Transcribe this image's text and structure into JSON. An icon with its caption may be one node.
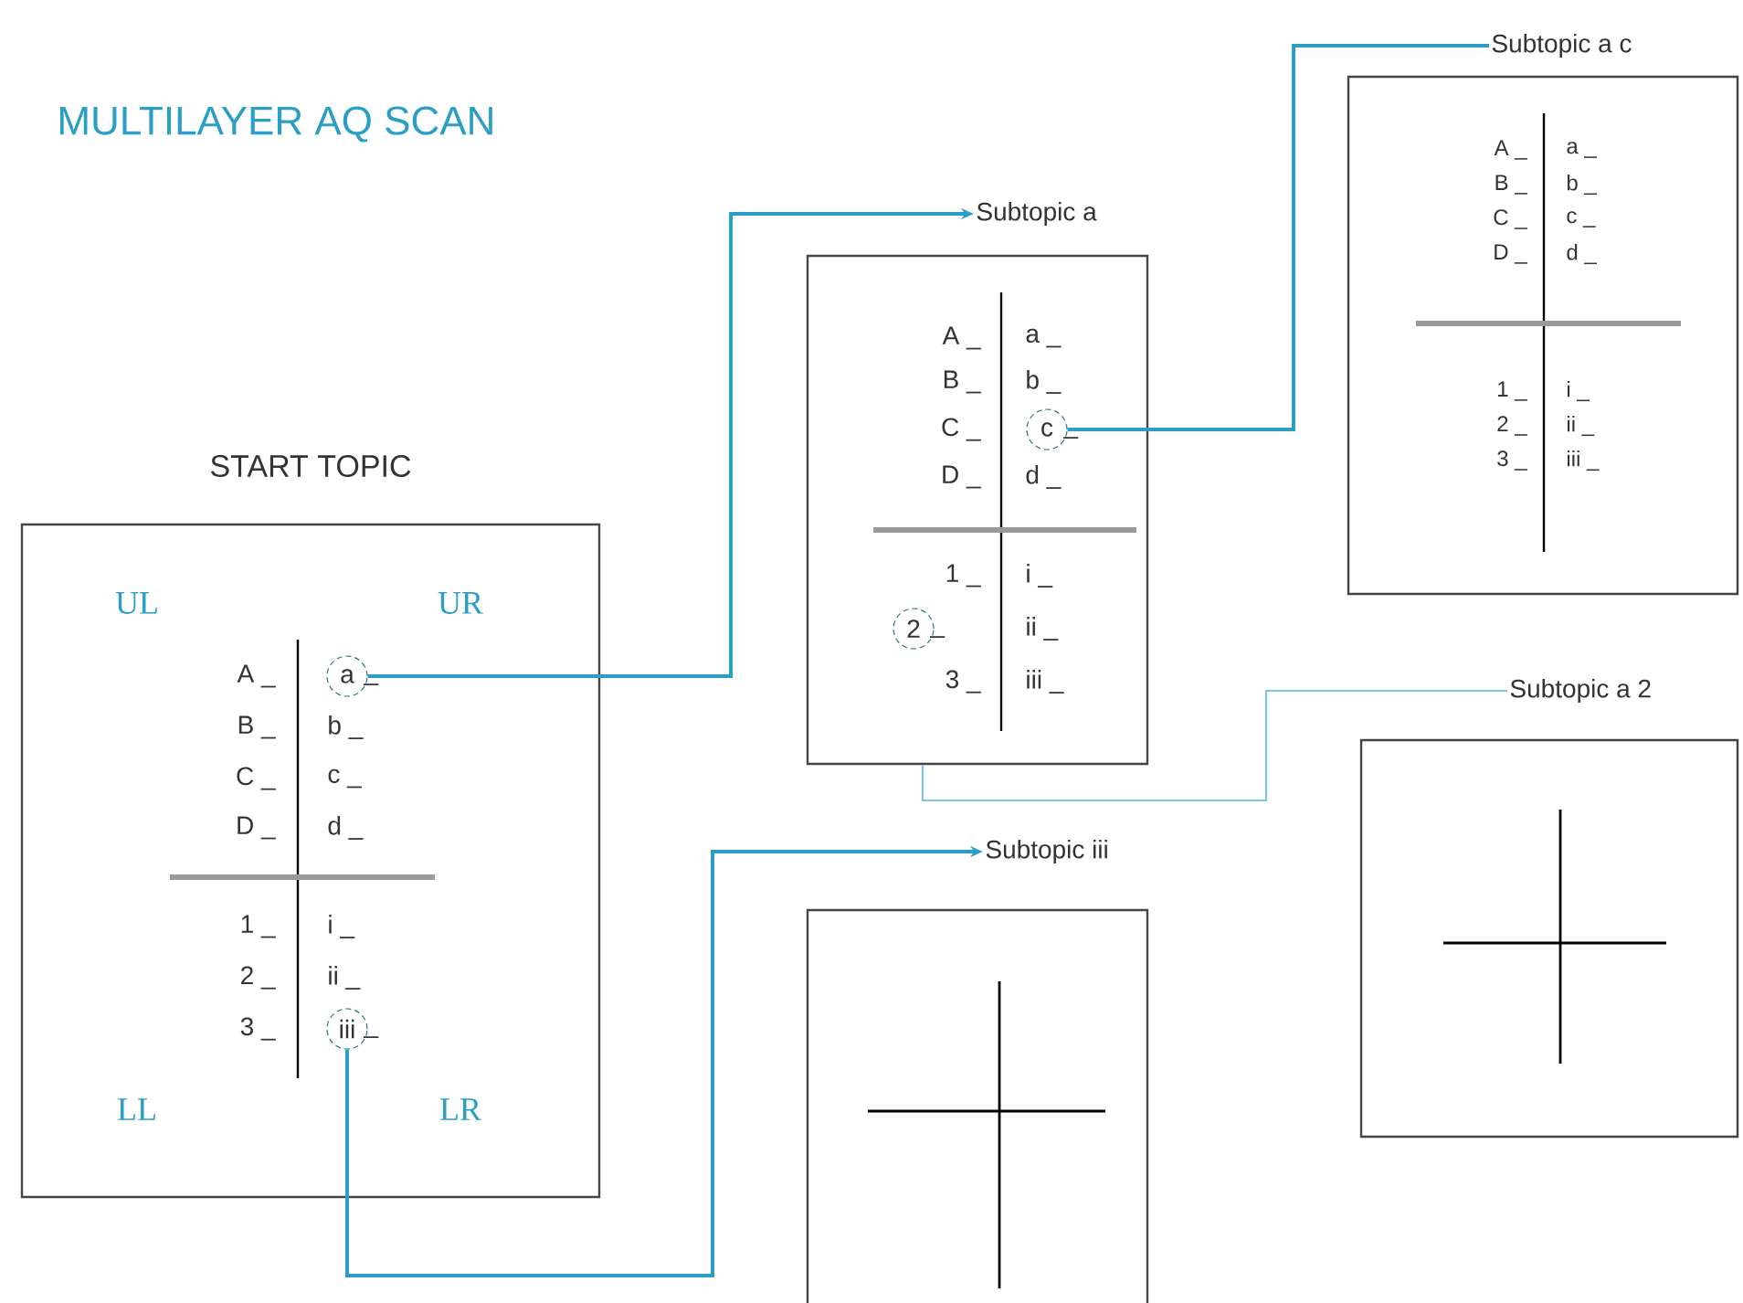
{
  "diagram": {
    "title": "MULTILAYER AQ SCAN",
    "nodes": [
      {
        "text": [
          "START TOPIC",
          "UL",
          "UR",
          "LL",
          "LR",
          "A _",
          "B _",
          "C _",
          "D _",
          "b _",
          "c _",
          "d _",
          "1 _",
          "2 _",
          "3 _",
          "i _",
          "ii _"
        ]
      },
      {
        "text": [
          "a"
        ],
        "beside": [
          "_"
        ],
        "in": 0
      },
      {
        "text": [
          "iii"
        ],
        "beside": [
          "_"
        ],
        "in": 0
      },
      {
        "text": [
          "Subtopic a",
          "A _",
          "B _",
          "C _",
          "D _",
          "a _",
          "b _",
          "d _",
          "1 _",
          "3 _",
          "i _",
          "ii _",
          "iii _"
        ]
      },
      {
        "text": [
          "c"
        ],
        "beside": [
          "_"
        ],
        "in": 3
      },
      {
        "text": [
          "2"
        ],
        "beside": [
          "_"
        ],
        "in": 3
      },
      {
        "text": [
          "Subtopic a c",
          "A _",
          "B _",
          "C _",
          "D _",
          "a _",
          "b _",
          "c _",
          "d _",
          "1 _",
          "2 _",
          "3 _",
          "i _",
          "ii _",
          "iii _"
        ]
      },
      {
        "text": [
          "Subtopic iii"
        ]
      },
      {
        "text": [
          "Subtopic a 2"
        ]
      }
    ],
    "edges": [
      {
        "from": 1,
        "to": 3,
        "arrow": "to"
      },
      {
        "from": 4,
        "to": 6,
        "arrow": "none"
      },
      {
        "from": 3,
        "to": 8,
        "arrow": "none",
        "color": "#7cc6dd"
      },
      {
        "from": 2,
        "to": 7,
        "arrow": "to"
      }
    ]
  }
}
